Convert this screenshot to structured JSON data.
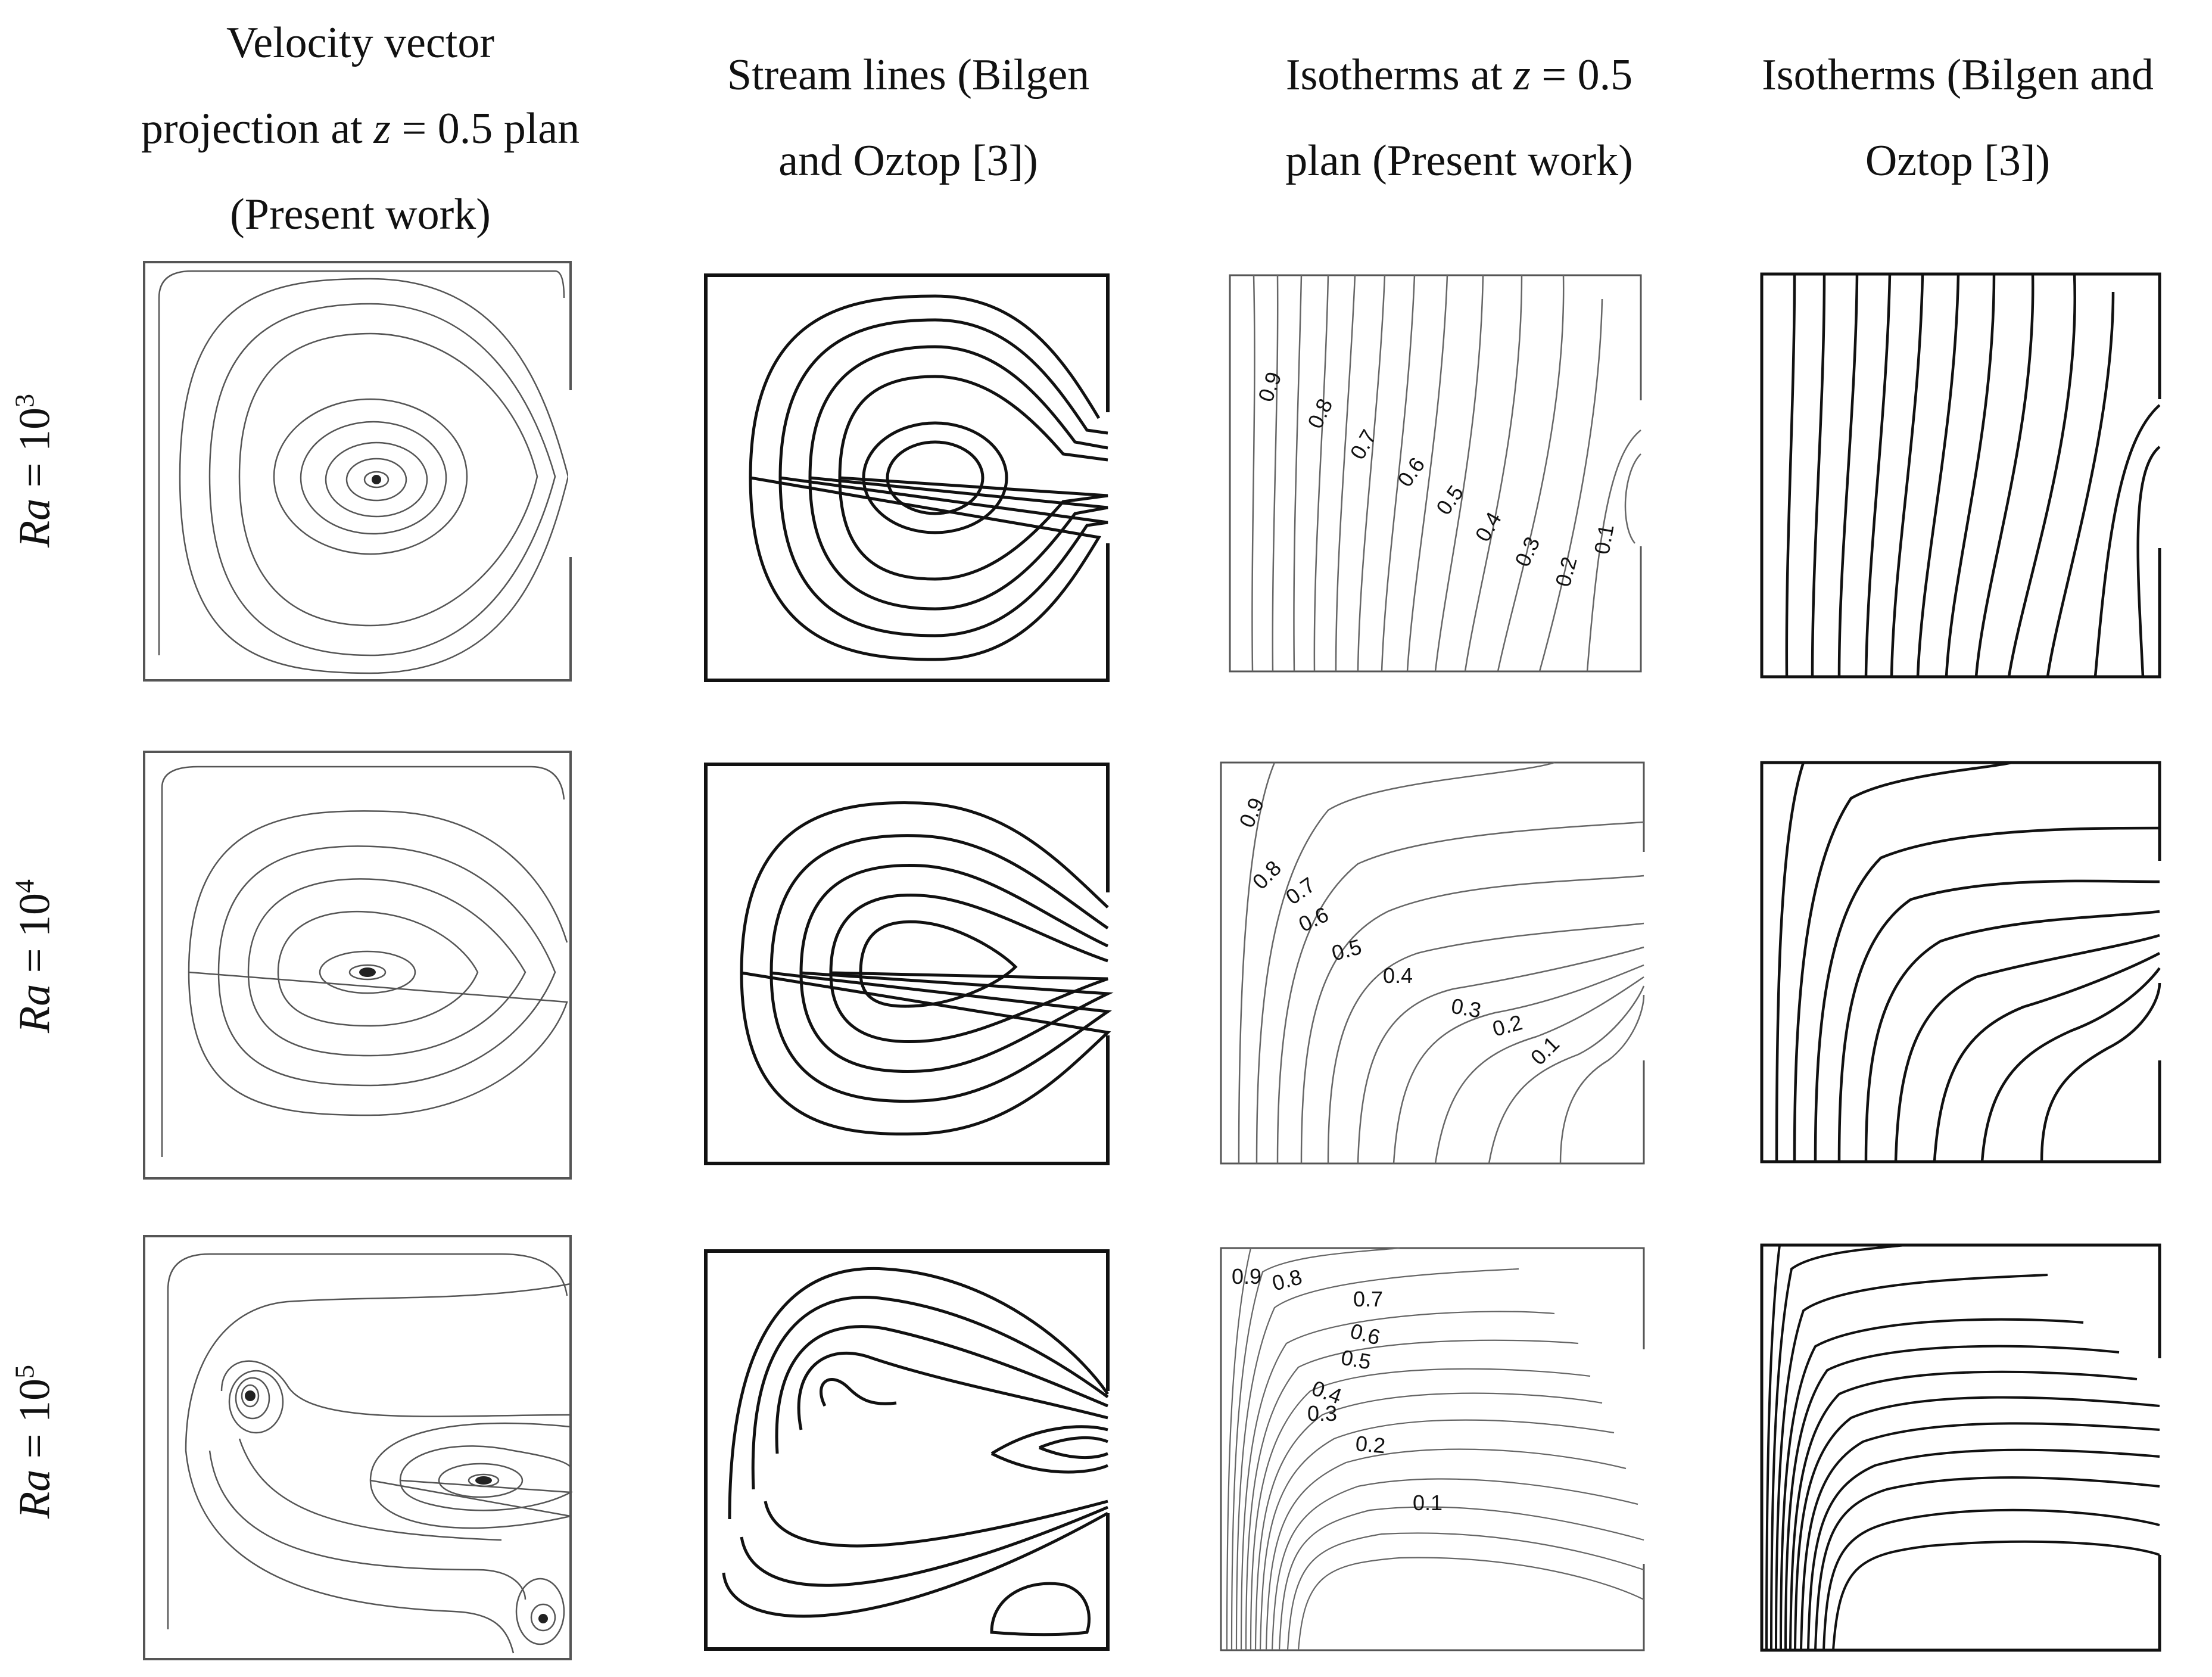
{
  "header": {
    "columns": [
      {
        "lines": [
          "Velocity vector",
          "projection at z = 0.5 plan",
          "(Present work)"
        ]
      },
      {
        "lines": [
          "Stream lines (Bilgen",
          "and Oztop [3])"
        ]
      },
      {
        "lines": [
          "Isotherms at z = 0.5",
          "plan (Present work)"
        ]
      },
      {
        "lines": [
          "Isotherms (Bilgen and",
          "Oztop [3])"
        ]
      }
    ]
  },
  "rows": [
    {
      "var": "Ra",
      "eq": " = 10",
      "exp": "3"
    },
    {
      "var": "Ra",
      "eq": " = 10",
      "exp": "4"
    },
    {
      "var": "Ra",
      "eq": " = 10",
      "exp": "5"
    }
  ],
  "contour_labels": [
    [
      "0.9",
      "0.8",
      "0.7",
      "0.6",
      "0.5",
      "0.4",
      "0.3",
      "0.2",
      "0.1"
    ],
    [
      "0.9",
      "0.8",
      "0.7",
      "0.6",
      "0.5",
      "0.4",
      "0.3",
      "0.2",
      "0.1"
    ],
    [
      "0.9",
      "0.8",
      "0.7",
      "0.6",
      "0.5",
      "0.4",
      "0.3",
      "0.2",
      "0.1"
    ]
  ],
  "colors": {
    "thin_line": "#555555",
    "thick_line": "#111111"
  }
}
